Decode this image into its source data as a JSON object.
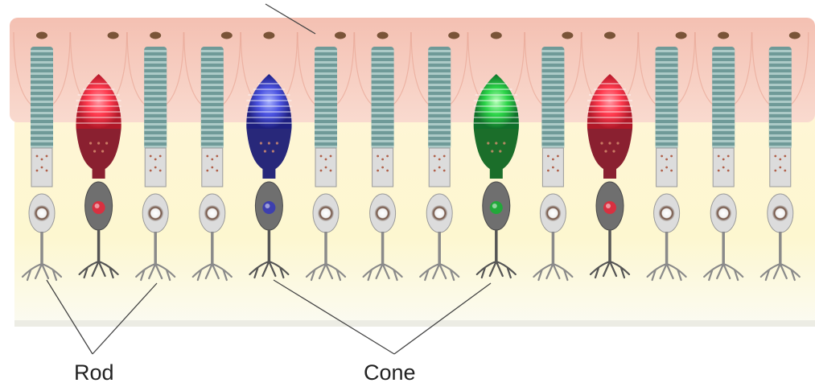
{
  "labels": {
    "rod": "Rod",
    "cone": "Cone"
  },
  "colors": {
    "epithelium": "#f6c9bc",
    "epithelium_edge": "#e8a796",
    "nucleus_small": "#7a5438",
    "background_layer": "#fdf7d0",
    "rod_stack": "#6f9a98",
    "rod_stack_light": "#b7d2cf",
    "rod_body": "#dcdcdc",
    "rod_body_edge": "#9a9a9a",
    "cone_red": "#d83040",
    "cone_red_dark": "#8a2030",
    "cone_blue": "#3d3fae",
    "cone_blue_dark": "#28287a",
    "cone_green": "#22a83a",
    "cone_green_dark": "#1b6e2a",
    "cone_body": "#6f6f6f",
    "leader_line": "#444444"
  },
  "cells": [
    {
      "type": "rod"
    },
    {
      "type": "cone",
      "color": "red"
    },
    {
      "type": "rod"
    },
    {
      "type": "rod"
    },
    {
      "type": "cone",
      "color": "blue"
    },
    {
      "type": "rod"
    },
    {
      "type": "rod"
    },
    {
      "type": "rod"
    },
    {
      "type": "cone",
      "color": "green"
    },
    {
      "type": "rod"
    },
    {
      "type": "cone",
      "color": "red"
    },
    {
      "type": "rod"
    },
    {
      "type": "rod"
    },
    {
      "type": "rod"
    }
  ]
}
